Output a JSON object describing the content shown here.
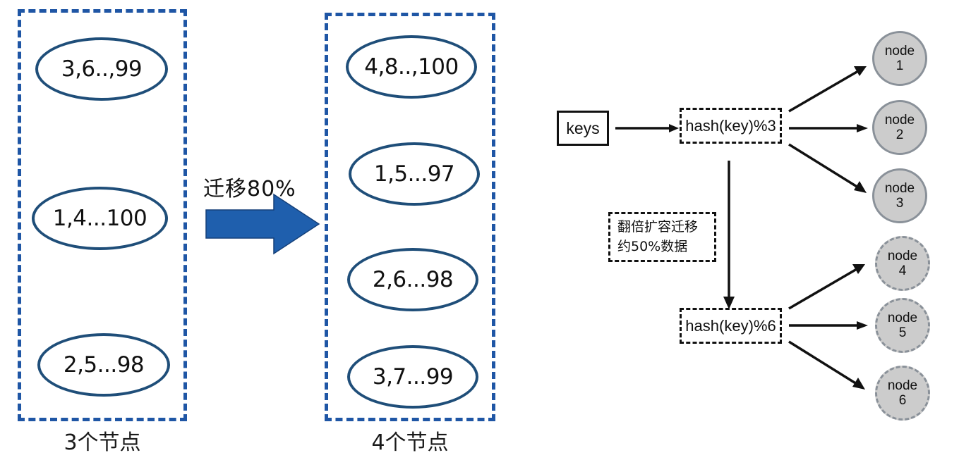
{
  "diagram": {
    "title": "Hash sharding rebalance diagram",
    "colors": {
      "cluster_border": "#1F56A5",
      "ellipse_border": "#1F4E79",
      "migration_arrow": "#1F5FAD",
      "node_fill": "#CCCCCC",
      "node_border": "#8A9199",
      "sketch_stroke": "#111111"
    }
  },
  "left_cluster": {
    "caption": "3个节点",
    "shards": [
      {
        "label": "3,6..,99"
      },
      {
        "label": "1,4...100"
      },
      {
        "label": "2,5...98"
      }
    ]
  },
  "migration": {
    "label": "迁移80%"
  },
  "right_cluster": {
    "caption": "4个节点",
    "shards": [
      {
        "label": "4,8..,100"
      },
      {
        "label": "1,5...97"
      },
      {
        "label": "2,6...98"
      },
      {
        "label": "3,7...99"
      }
    ]
  },
  "hash_flow": {
    "keys_box": "keys",
    "hash_mod3": "hash(key)%3",
    "hash_mod6": "hash(key)%6",
    "note": {
      "line1": "翻倍扩容迁移",
      "line2": "约50%数据"
    },
    "nodes": [
      {
        "name": "node",
        "index": "1",
        "style": "solid"
      },
      {
        "name": "node",
        "index": "2",
        "style": "solid"
      },
      {
        "name": "node",
        "index": "3",
        "style": "solid"
      },
      {
        "name": "node",
        "index": "4",
        "style": "dashed"
      },
      {
        "name": "node",
        "index": "5",
        "style": "dashed"
      },
      {
        "name": "node",
        "index": "6",
        "style": "dashed"
      }
    ]
  }
}
